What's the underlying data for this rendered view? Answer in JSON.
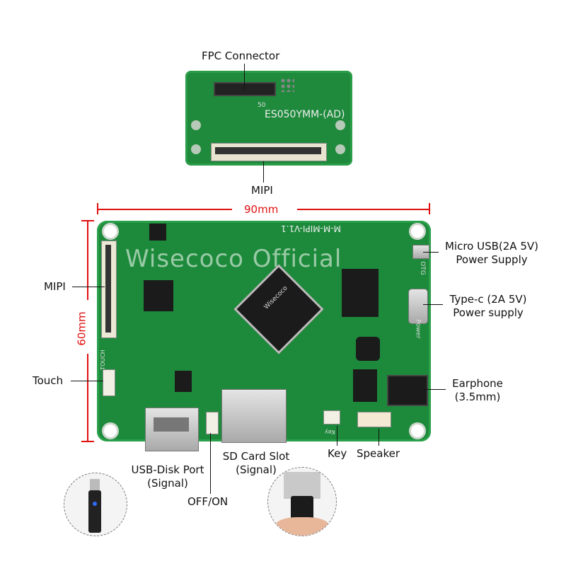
{
  "labels": {
    "fpc_connector": "FPC Connector",
    "mipi_top": "MIPI",
    "width_dim": "90mm",
    "height_dim": "60mm",
    "mipi_left": "MIPI",
    "touch": "Touch",
    "micro_usb_line1": "Micro USB(2A 5V)",
    "micro_usb_line2": "Power Supply",
    "typec_line1": "Type-c (2A 5V)",
    "typec_line2": "Power supply",
    "earphone_line1": "Earphone",
    "earphone_line2": "(3.5mm)",
    "usb_disk_line1": "USB-Disk Port",
    "usb_disk_line2": "(Signal)",
    "sd_line1": "SD Card Slot",
    "sd_line2": "(Signal)",
    "key": "Key",
    "speaker": "Speaker",
    "off_on": "OFF/ON"
  },
  "board_text": {
    "small_board_model": "ES050YMM-(AD)",
    "small_board_num": "50",
    "main_board_model": "M-M-MIPI-V1.1",
    "watermark": "Wisecoco Official",
    "otg": "OTG",
    "power": "Power",
    "key_silk": "Key",
    "touch_silk": "TOUCH",
    "chip_logo": "Wisecoco"
  },
  "colors": {
    "pcb": "#1d8a3b",
    "dimension_red": "#e01010"
  }
}
